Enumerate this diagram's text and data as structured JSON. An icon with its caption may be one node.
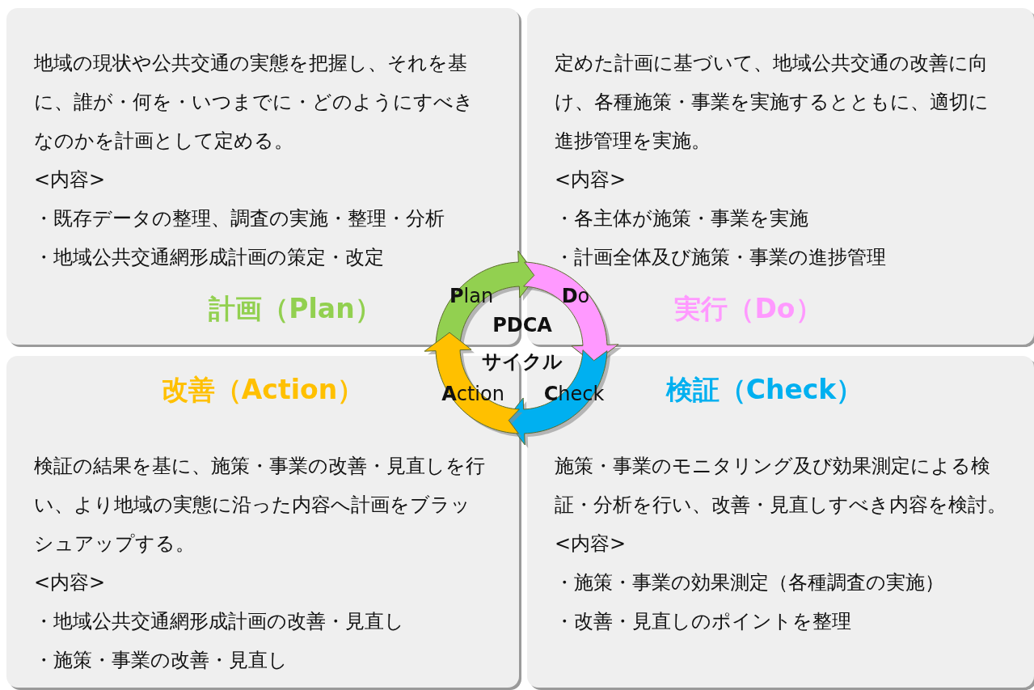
{
  "diagram": {
    "nodes": [
      {
        "text": [
          "地域の現状や公共交通の実態を把握し、それを基に、誰が・何を・いつまでに・どのようにすべきなのかを計画として定める。",
          "<内容>",
          "・既存データの整理、調査の実施・整理・分析",
          "・地域公共交通網形成計画の策定・改定",
          "計画（Plan）"
        ]
      },
      {
        "text": [
          "定めた計画に基づいて、地域公共交通の改善に向け、各種施策・事業を実施するとともに、適切に進捗管理を実施。",
          "<内容>",
          "・各主体が施策・事業を実施",
          "・計画全体及び施策・事業の進捗管理",
          "実行（Do）"
        ]
      },
      {
        "text": [
          "改善（Action）",
          "検証の結果を基に、施策・事業の改善・見直しを行い、より地域の実態に沿った内容へ計画をブラッシュアップする。",
          "<内容>",
          "・地域公共交通網形成計画の改善・見直し",
          "・施策・事業の改善・見直し"
        ]
      },
      {
        "text": [
          "検証（Check）",
          "施策・事業のモニタリング及び効果測定による検証・分析を行い、改善・見直しすべき内容を検討。",
          "<内容>",
          "・施策・事業の効果測定（各種調査の実施）",
          "・改善・見直しのポイントを整理"
        ]
      }
    ],
    "labels": [
      "**P**lan",
      "**D**o",
      "PDCA",
      "サイクル",
      "**A**ction",
      "**C**heck"
    ]
  }
}
